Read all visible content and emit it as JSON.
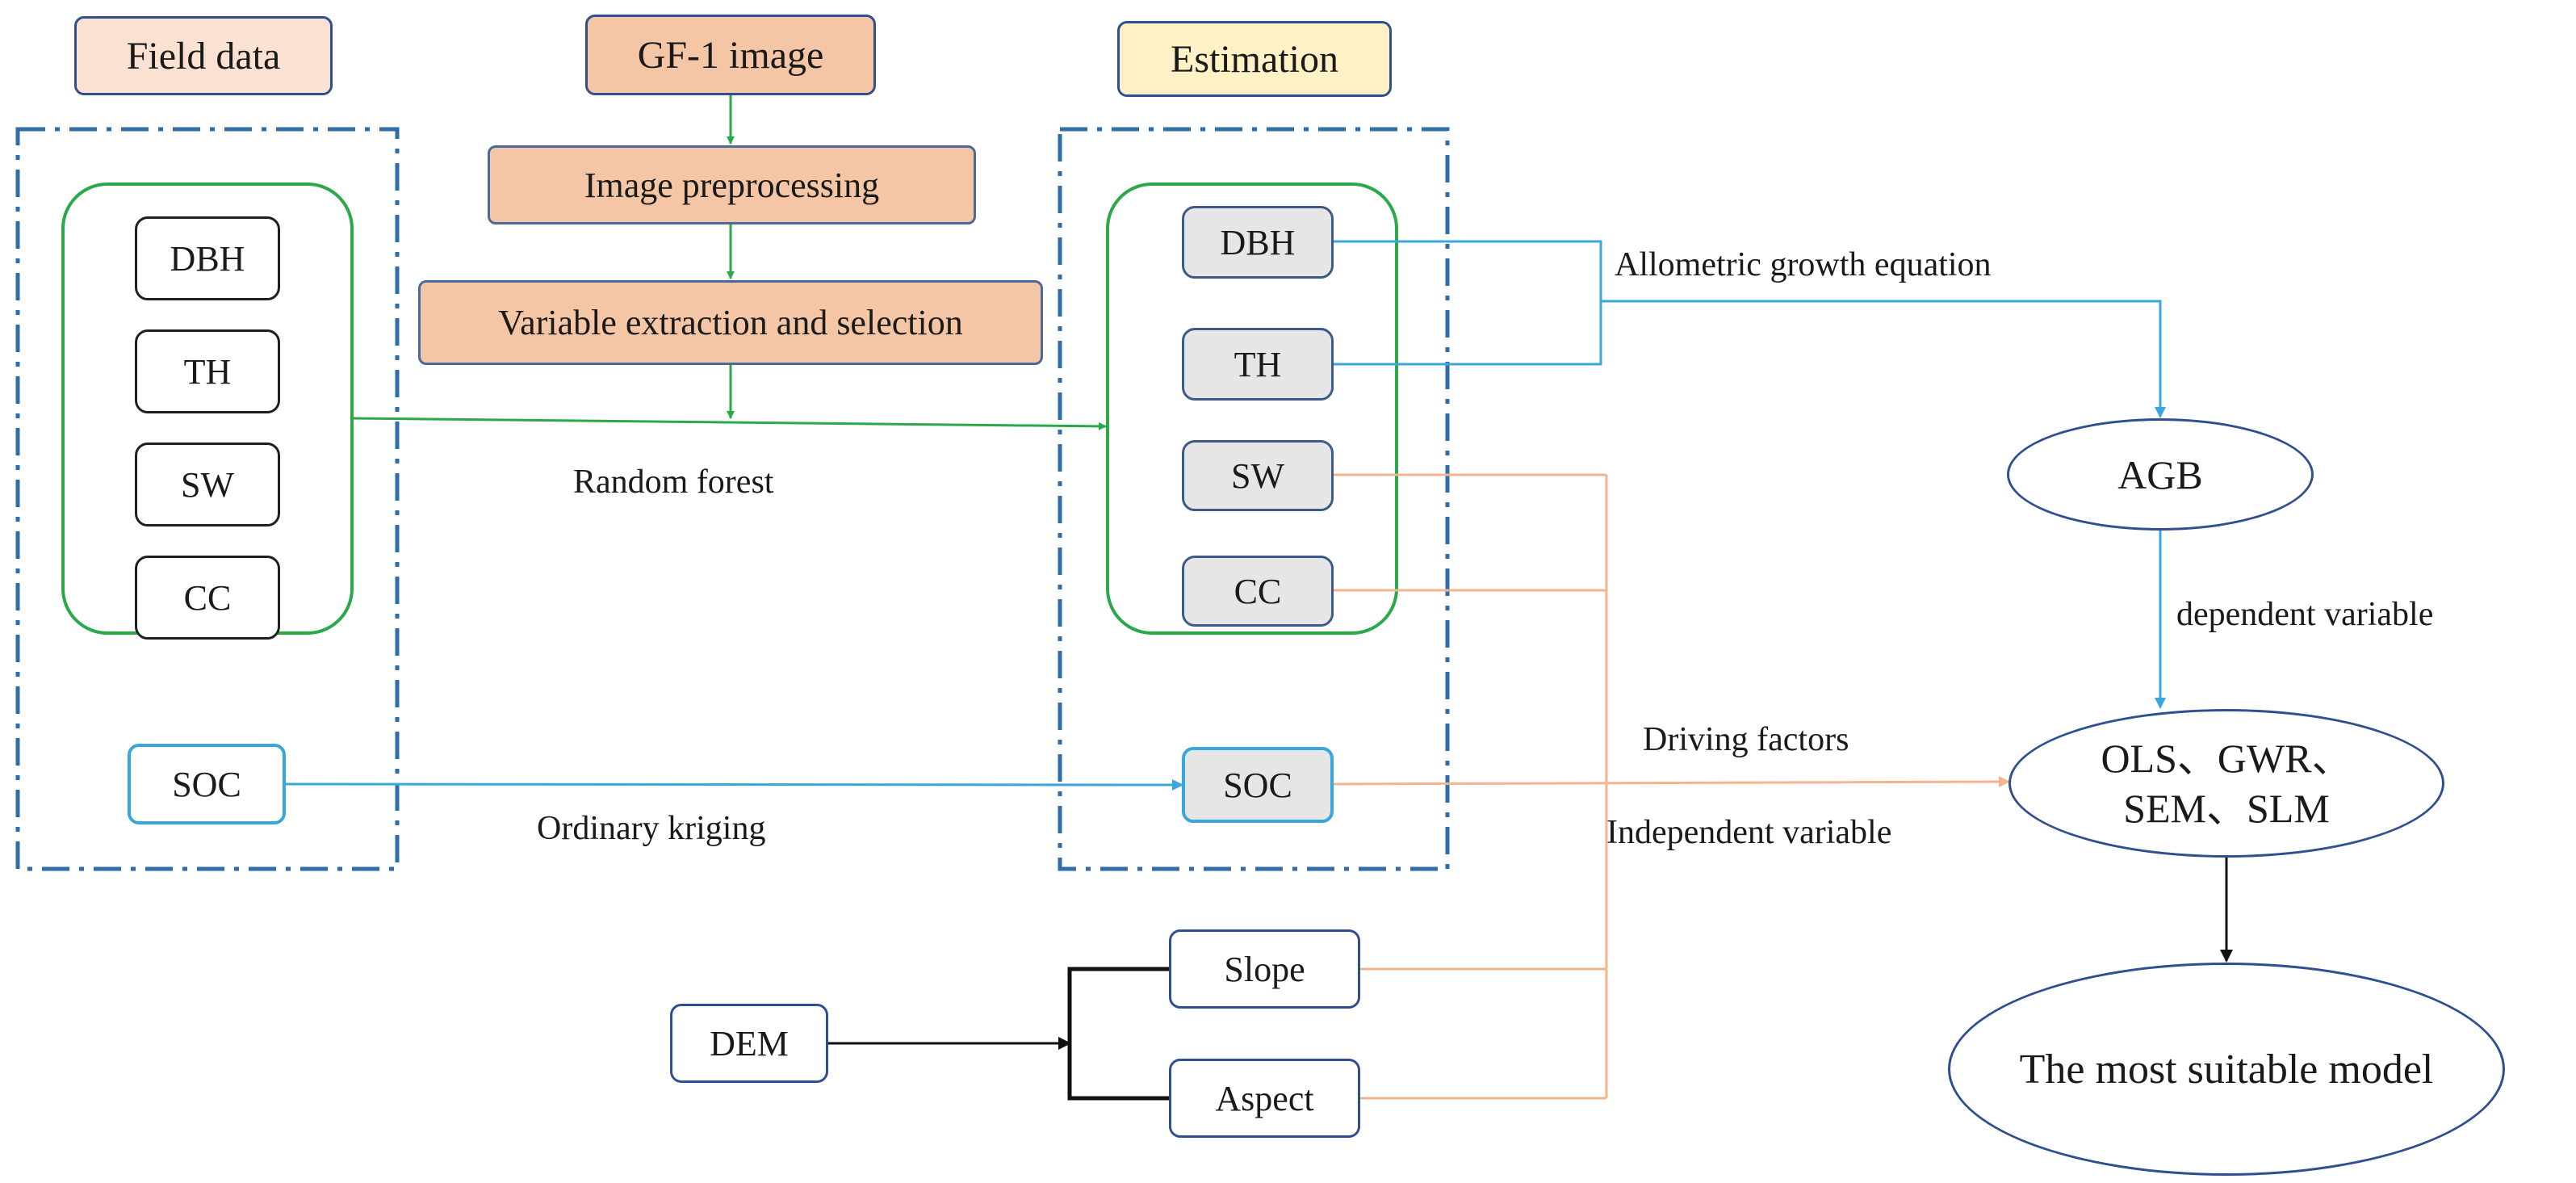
{
  "headers": {
    "field_data": "Field data",
    "gf1_image": "GF-1 image",
    "estimation": "Estimation"
  },
  "process": {
    "image_preprocessing": "Image preprocessing",
    "variable_extraction": "Variable extraction and selection"
  },
  "field_vars": [
    "DBH",
    "TH",
    "SW",
    "CC"
  ],
  "field_soc": "SOC",
  "est_vars": [
    "DBH",
    "TH",
    "SW",
    "CC"
  ],
  "est_soc": "SOC",
  "terrain": {
    "dem": "DEM",
    "slope": "Slope",
    "aspect": "Aspect"
  },
  "outputs": {
    "agb": "AGB",
    "models_line1": "OLS、GWR、",
    "models_line2": "SEM、SLM",
    "best_model": "The most suitable model"
  },
  "labels": {
    "allometric": "Allometric growth equation",
    "random_forest": "Random forest",
    "ordinary_kriging": "Ordinary kriging",
    "dependent_variable": "dependent variable",
    "driving_factors": "Driving factors",
    "independent_variable": "Independent variable"
  },
  "colors": {
    "green": "#2aa84a",
    "blue": "#3aa7dc",
    "orange": "#f3b48e",
    "navy_dashed": "#2f6ea8",
    "header_field_fill": "#fbe1d1",
    "header_gf1_fill": "#f5c6a6",
    "header_estimation_fill": "#fff1c6"
  }
}
